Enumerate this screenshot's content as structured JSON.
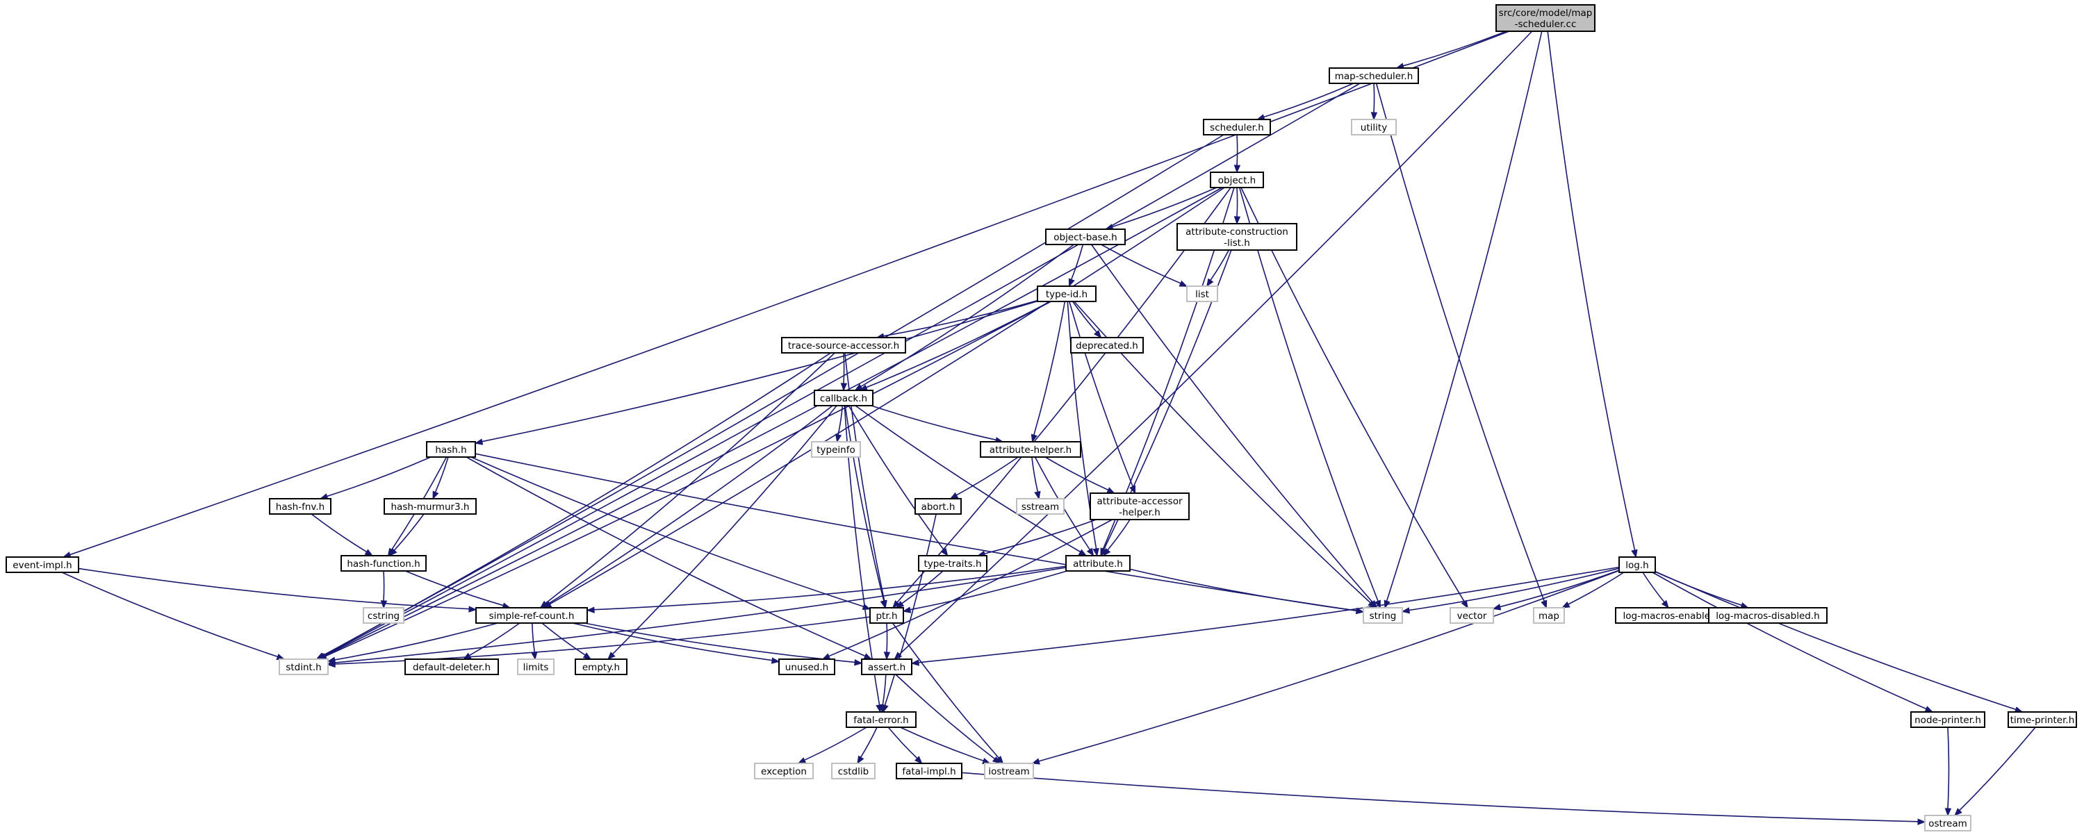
{
  "nodes": [
    {
      "id": "root",
      "label": [
        "src/core/model/map",
        "-scheduler.cc"
      ],
      "kind": "root",
      "interactable": false
    },
    {
      "id": "map_scheduler",
      "label": [
        "map-scheduler.h"
      ],
      "kind": "doc",
      "interactable": true
    },
    {
      "id": "utility",
      "label": [
        "utility"
      ],
      "kind": "sys",
      "interactable": false
    },
    {
      "id": "scheduler",
      "label": [
        "scheduler.h"
      ],
      "kind": "doc",
      "interactable": true
    },
    {
      "id": "object",
      "label": [
        "object.h"
      ],
      "kind": "doc",
      "interactable": true
    },
    {
      "id": "object_base",
      "label": [
        "object-base.h"
      ],
      "kind": "doc",
      "interactable": true
    },
    {
      "id": "attr_construction",
      "label": [
        "attribute-construction",
        "-list.h"
      ],
      "kind": "doc",
      "interactable": true
    },
    {
      "id": "list",
      "label": [
        "list"
      ],
      "kind": "sys",
      "interactable": false
    },
    {
      "id": "type_id",
      "label": [
        "type-id.h"
      ],
      "kind": "doc",
      "interactable": true
    },
    {
      "id": "deprecated",
      "label": [
        "deprecated.h"
      ],
      "kind": "doc",
      "interactable": true
    },
    {
      "id": "trace_source",
      "label": [
        "trace-source-accessor.h"
      ],
      "kind": "doc",
      "interactable": true
    },
    {
      "id": "callback",
      "label": [
        "callback.h"
      ],
      "kind": "doc",
      "interactable": true
    },
    {
      "id": "typeinfo",
      "label": [
        "typeinfo"
      ],
      "kind": "sys",
      "interactable": false
    },
    {
      "id": "attr_helper",
      "label": [
        "attribute-helper.h"
      ],
      "kind": "doc",
      "interactable": true
    },
    {
      "id": "hash",
      "label": [
        "hash.h"
      ],
      "kind": "doc",
      "interactable": true
    },
    {
      "id": "abort",
      "label": [
        "abort.h"
      ],
      "kind": "doc",
      "interactable": true
    },
    {
      "id": "sstream",
      "label": [
        "sstream"
      ],
      "kind": "sys",
      "interactable": false
    },
    {
      "id": "attr_accessor",
      "label": [
        "attribute-accessor",
        "-helper.h"
      ],
      "kind": "doc",
      "interactable": true
    },
    {
      "id": "hash_fnv",
      "label": [
        "hash-fnv.h"
      ],
      "kind": "doc",
      "interactable": true
    },
    {
      "id": "hash_murmur3",
      "label": [
        "hash-murmur3.h"
      ],
      "kind": "doc",
      "interactable": true
    },
    {
      "id": "hash_function",
      "label": [
        "hash-function.h"
      ],
      "kind": "doc",
      "interactable": true
    },
    {
      "id": "type_traits",
      "label": [
        "type-traits.h"
      ],
      "kind": "doc",
      "interactable": true
    },
    {
      "id": "attribute",
      "label": [
        "attribute.h"
      ],
      "kind": "doc",
      "interactable": true
    },
    {
      "id": "event_impl",
      "label": [
        "event-impl.h"
      ],
      "kind": "doc",
      "interactable": true
    },
    {
      "id": "cstring",
      "label": [
        "cstring"
      ],
      "kind": "sys",
      "interactable": false
    },
    {
      "id": "simple_ref",
      "label": [
        "simple-ref-count.h"
      ],
      "kind": "doc",
      "interactable": true
    },
    {
      "id": "ptr",
      "label": [
        "ptr.h"
      ],
      "kind": "doc",
      "interactable": true
    },
    {
      "id": "string",
      "label": [
        "string"
      ],
      "kind": "sys",
      "interactable": false
    },
    {
      "id": "log",
      "label": [
        "log.h"
      ],
      "kind": "doc",
      "interactable": true
    },
    {
      "id": "vector",
      "label": [
        "vector"
      ],
      "kind": "sys",
      "interactable": false
    },
    {
      "id": "map",
      "label": [
        "map"
      ],
      "kind": "sys",
      "interactable": false
    },
    {
      "id": "log_macros_enabled",
      "label": [
        "log-macros-enabled.h"
      ],
      "kind": "doc",
      "interactable": true
    },
    {
      "id": "log_macros_disabled",
      "label": [
        "log-macros-disabled.h"
      ],
      "kind": "doc",
      "interactable": true
    },
    {
      "id": "stdint",
      "label": [
        "stdint.h"
      ],
      "kind": "sys",
      "interactable": false
    },
    {
      "id": "default_deleter",
      "label": [
        "default-deleter.h"
      ],
      "kind": "doc",
      "interactable": true
    },
    {
      "id": "limits",
      "label": [
        "limits"
      ],
      "kind": "sys",
      "interactable": false
    },
    {
      "id": "empty",
      "label": [
        "empty.h"
      ],
      "kind": "doc",
      "interactable": true
    },
    {
      "id": "unused",
      "label": [
        "unused.h"
      ],
      "kind": "doc",
      "interactable": true
    },
    {
      "id": "assert",
      "label": [
        "assert.h"
      ],
      "kind": "doc",
      "interactable": true
    },
    {
      "id": "fatal_error",
      "label": [
        "fatal-error.h"
      ],
      "kind": "doc",
      "interactable": true
    },
    {
      "id": "exception",
      "label": [
        "exception"
      ],
      "kind": "sys",
      "interactable": false
    },
    {
      "id": "cstdlib",
      "label": [
        "cstdlib"
      ],
      "kind": "sys",
      "interactable": false
    },
    {
      "id": "fatal_impl",
      "label": [
        "fatal-impl.h"
      ],
      "kind": "doc",
      "interactable": true
    },
    {
      "id": "iostream",
      "label": [
        "iostream"
      ],
      "kind": "sys",
      "interactable": false
    },
    {
      "id": "node_printer",
      "label": [
        "node-printer.h"
      ],
      "kind": "doc",
      "interactable": true
    },
    {
      "id": "time_printer",
      "label": [
        "time-printer.h"
      ],
      "kind": "doc",
      "interactable": true
    },
    {
      "id": "ostream",
      "label": [
        "ostream"
      ],
      "kind": "sys",
      "interactable": false
    }
  ],
  "edges": [
    [
      "root",
      "map_scheduler"
    ],
    [
      "root",
      "event_impl"
    ],
    [
      "root",
      "string"
    ],
    [
      "root",
      "assert"
    ],
    [
      "root",
      "log"
    ],
    [
      "map_scheduler",
      "scheduler"
    ],
    [
      "map_scheduler",
      "utility"
    ],
    [
      "map_scheduler",
      "stdint"
    ],
    [
      "map_scheduler",
      "map"
    ],
    [
      "scheduler",
      "object"
    ],
    [
      "scheduler",
      "stdint"
    ],
    [
      "object",
      "object_base"
    ],
    [
      "object",
      "attr_construction"
    ],
    [
      "object",
      "attribute"
    ],
    [
      "object",
      "ptr"
    ],
    [
      "object",
      "string"
    ],
    [
      "object",
      "vector"
    ],
    [
      "object",
      "stdint"
    ],
    [
      "object",
      "simple_ref"
    ],
    [
      "object_base",
      "type_id"
    ],
    [
      "object_base",
      "list"
    ],
    [
      "object_base",
      "callback"
    ],
    [
      "object_base",
      "string"
    ],
    [
      "attr_construction",
      "list"
    ],
    [
      "attr_construction",
      "attribute"
    ],
    [
      "type_id",
      "deprecated"
    ],
    [
      "type_id",
      "trace_source"
    ],
    [
      "type_id",
      "callback"
    ],
    [
      "type_id",
      "attr_helper"
    ],
    [
      "type_id",
      "attr_accessor"
    ],
    [
      "type_id",
      "attribute"
    ],
    [
      "type_id",
      "hash"
    ],
    [
      "type_id",
      "stdint"
    ],
    [
      "type_id",
      "string"
    ],
    [
      "trace_source",
      "callback"
    ],
    [
      "trace_source",
      "ptr"
    ],
    [
      "trace_source",
      "simple_ref"
    ],
    [
      "trace_source",
      "stdint"
    ],
    [
      "callback",
      "typeinfo"
    ],
    [
      "callback",
      "attr_helper"
    ],
    [
      "callback",
      "ptr"
    ],
    [
      "callback",
      "type_traits"
    ],
    [
      "callback",
      "attribute"
    ],
    [
      "callback",
      "simple_ref"
    ],
    [
      "callback",
      "empty"
    ],
    [
      "callback",
      "fatal_error"
    ],
    [
      "attr_helper",
      "abort"
    ],
    [
      "attr_helper",
      "sstream"
    ],
    [
      "attr_helper",
      "attr_accessor"
    ],
    [
      "attr_helper",
      "attribute"
    ],
    [
      "attr_accessor",
      "type_traits"
    ],
    [
      "attr_accessor",
      "attribute"
    ],
    [
      "attr_accessor",
      "unused"
    ],
    [
      "hash",
      "hash_fnv"
    ],
    [
      "hash",
      "hash_murmur3"
    ],
    [
      "hash",
      "hash_function"
    ],
    [
      "hash",
      "string"
    ],
    [
      "hash",
      "assert"
    ],
    [
      "hash",
      "ptr"
    ],
    [
      "hash_fnv",
      "hash_function"
    ],
    [
      "hash_murmur3",
      "hash_function"
    ],
    [
      "hash_function",
      "simple_ref"
    ],
    [
      "hash_function",
      "cstring"
    ],
    [
      "abort",
      "fatal_error"
    ],
    [
      "type_traits",
      "ptr"
    ],
    [
      "attribute",
      "ptr"
    ],
    [
      "attribute",
      "string"
    ],
    [
      "attribute",
      "simple_ref"
    ],
    [
      "attribute",
      "stdint"
    ],
    [
      "event_impl",
      "simple_ref"
    ],
    [
      "event_impl",
      "stdint"
    ],
    [
      "simple_ref",
      "stdint"
    ],
    [
      "simple_ref",
      "default_deleter"
    ],
    [
      "simple_ref",
      "limits"
    ],
    [
      "simple_ref",
      "empty"
    ],
    [
      "simple_ref",
      "unused"
    ],
    [
      "simple_ref",
      "assert"
    ],
    [
      "ptr",
      "assert"
    ],
    [
      "ptr",
      "iostream"
    ],
    [
      "ptr",
      "stdint"
    ],
    [
      "assert",
      "fatal_error"
    ],
    [
      "assert",
      "iostream"
    ],
    [
      "fatal_error",
      "exception"
    ],
    [
      "fatal_error",
      "cstdlib"
    ],
    [
      "fatal_error",
      "fatal_impl"
    ],
    [
      "fatal_error",
      "iostream"
    ],
    [
      "fatal_impl",
      "ostream"
    ],
    [
      "log",
      "string"
    ],
    [
      "log",
      "vector"
    ],
    [
      "log",
      "map"
    ],
    [
      "log",
      "log_macros_enabled"
    ],
    [
      "log",
      "log_macros_disabled"
    ],
    [
      "log",
      "node_printer"
    ],
    [
      "log",
      "time_printer"
    ],
    [
      "log",
      "iostream"
    ],
    [
      "log",
      "assert"
    ],
    [
      "node_printer",
      "ostream"
    ],
    [
      "time_printer",
      "ostream"
    ]
  ]
}
